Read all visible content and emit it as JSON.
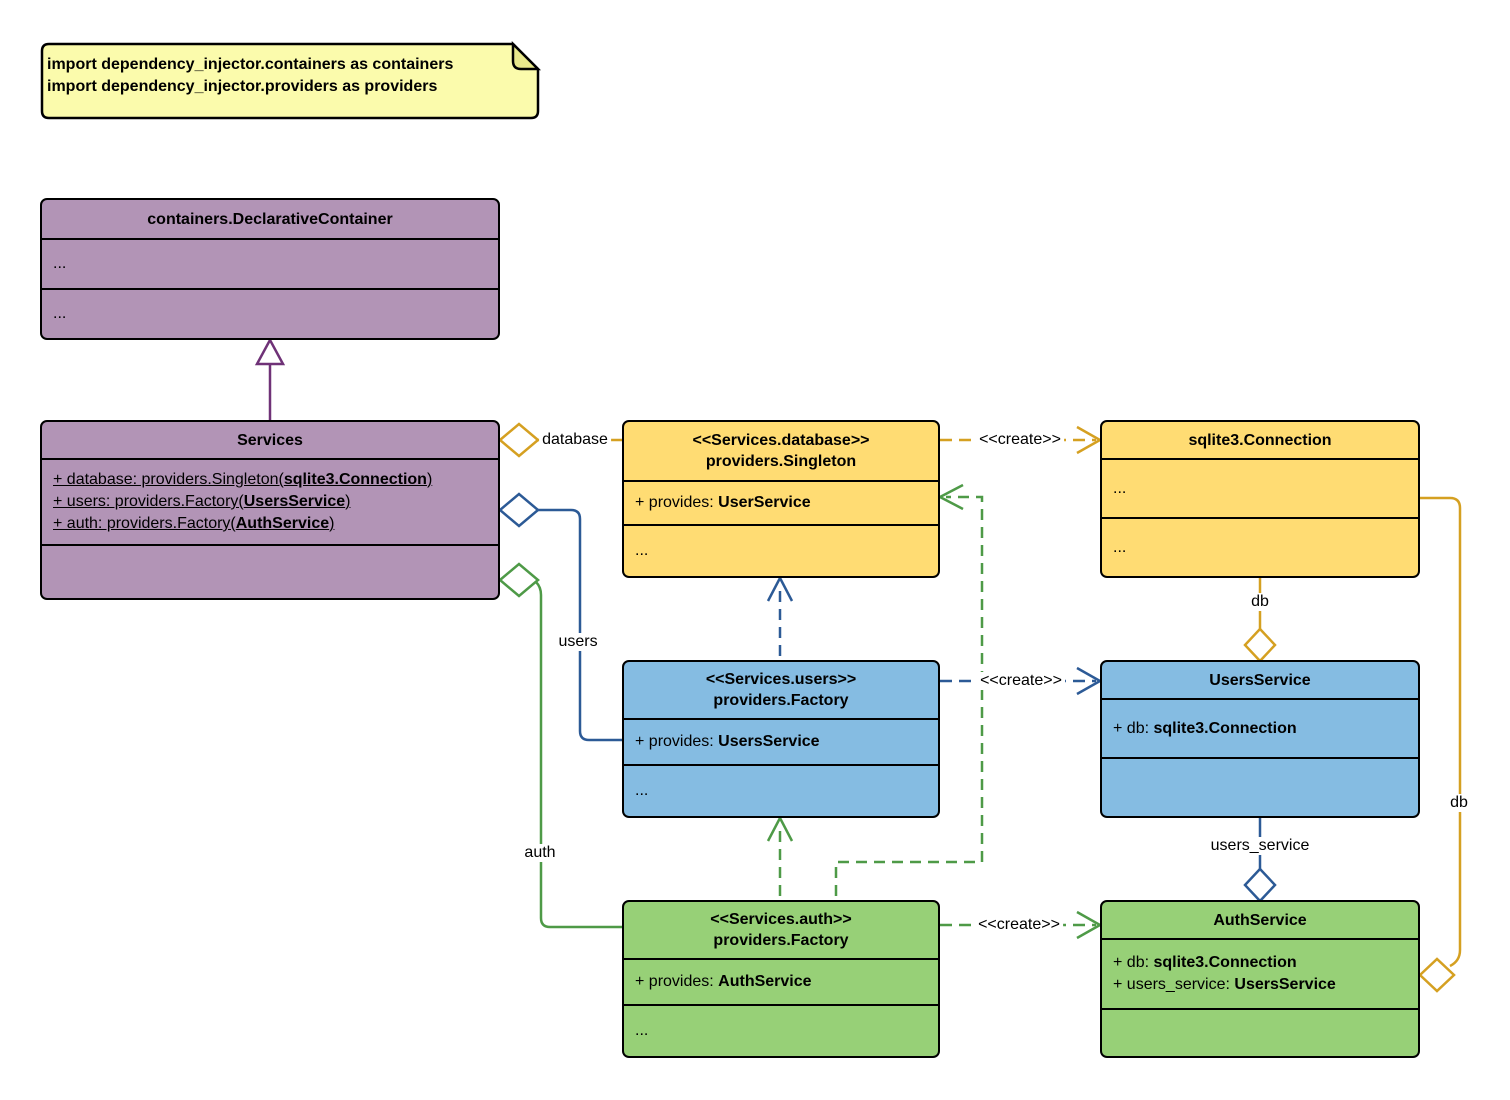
{
  "note": {
    "line1": "import dependency_injector.containers as containers",
    "line2": "import dependency_injector.providers as providers"
  },
  "classes": {
    "declarative_container": {
      "title": "containers.DeclarativeContainer",
      "row1": "...",
      "row2": "..."
    },
    "services": {
      "title": "Services",
      "attrs": [
        {
          "pre": "+ database: providers.Singleton(",
          "bold": "sqlite3.Connection",
          "post": ")"
        },
        {
          "pre": "+ users: providers.Factory(",
          "bold": "UsersService",
          "post": ")"
        },
        {
          "pre": "+ auth: providers.Factory(",
          "bold": "AuthService",
          "post": ")"
        }
      ]
    },
    "database_singleton": {
      "stereotype": "<<Services.database>>",
      "title": "providers.Singleton",
      "attr": {
        "pre": "+ provides: ",
        "bold": "UserService"
      },
      "row": "..."
    },
    "sqlite_connection": {
      "title": "sqlite3.Connection",
      "row1": "...",
      "row2": "..."
    },
    "users_factory": {
      "stereotype": "<<Services.users>>",
      "title": "providers.Factory",
      "attr": {
        "pre": "+ provides: ",
        "bold": "UsersService"
      },
      "row": "..."
    },
    "users_service": {
      "title": "UsersService",
      "attr": {
        "pre": "+ db: ",
        "bold": "sqlite3.Connection"
      }
    },
    "auth_factory": {
      "stereotype": "<<Services.auth>>",
      "title": "providers.Factory",
      "attr": {
        "pre": "+ provides: ",
        "bold": "AuthService"
      },
      "row": "..."
    },
    "auth_service": {
      "title": "AuthService",
      "attrs": [
        {
          "pre": "+ db: ",
          "bold": "sqlite3.Connection"
        },
        {
          "pre": "+ users_service: ",
          "bold": "UsersService"
        }
      ]
    }
  },
  "edges": {
    "database_label": "database",
    "users_label": "users",
    "auth_label": "auth",
    "create_database_label": "<<create>>",
    "create_users_label": "<<create>>",
    "create_auth_label": "<<create>>",
    "db_users_label": "db",
    "db_auth_label": "db",
    "users_service_label": "users_service"
  },
  "colors": {
    "purple_fill": "#B294B6",
    "purple_line": "#6F3277",
    "yellow_fill": "#FFDC73",
    "yellow_line": "#D5A021",
    "blue_fill": "#85BCE2",
    "blue_line": "#2C5A96",
    "green_fill": "#97D077",
    "green_line": "#4E9A47",
    "note_fill": "#FBFBAC"
  }
}
